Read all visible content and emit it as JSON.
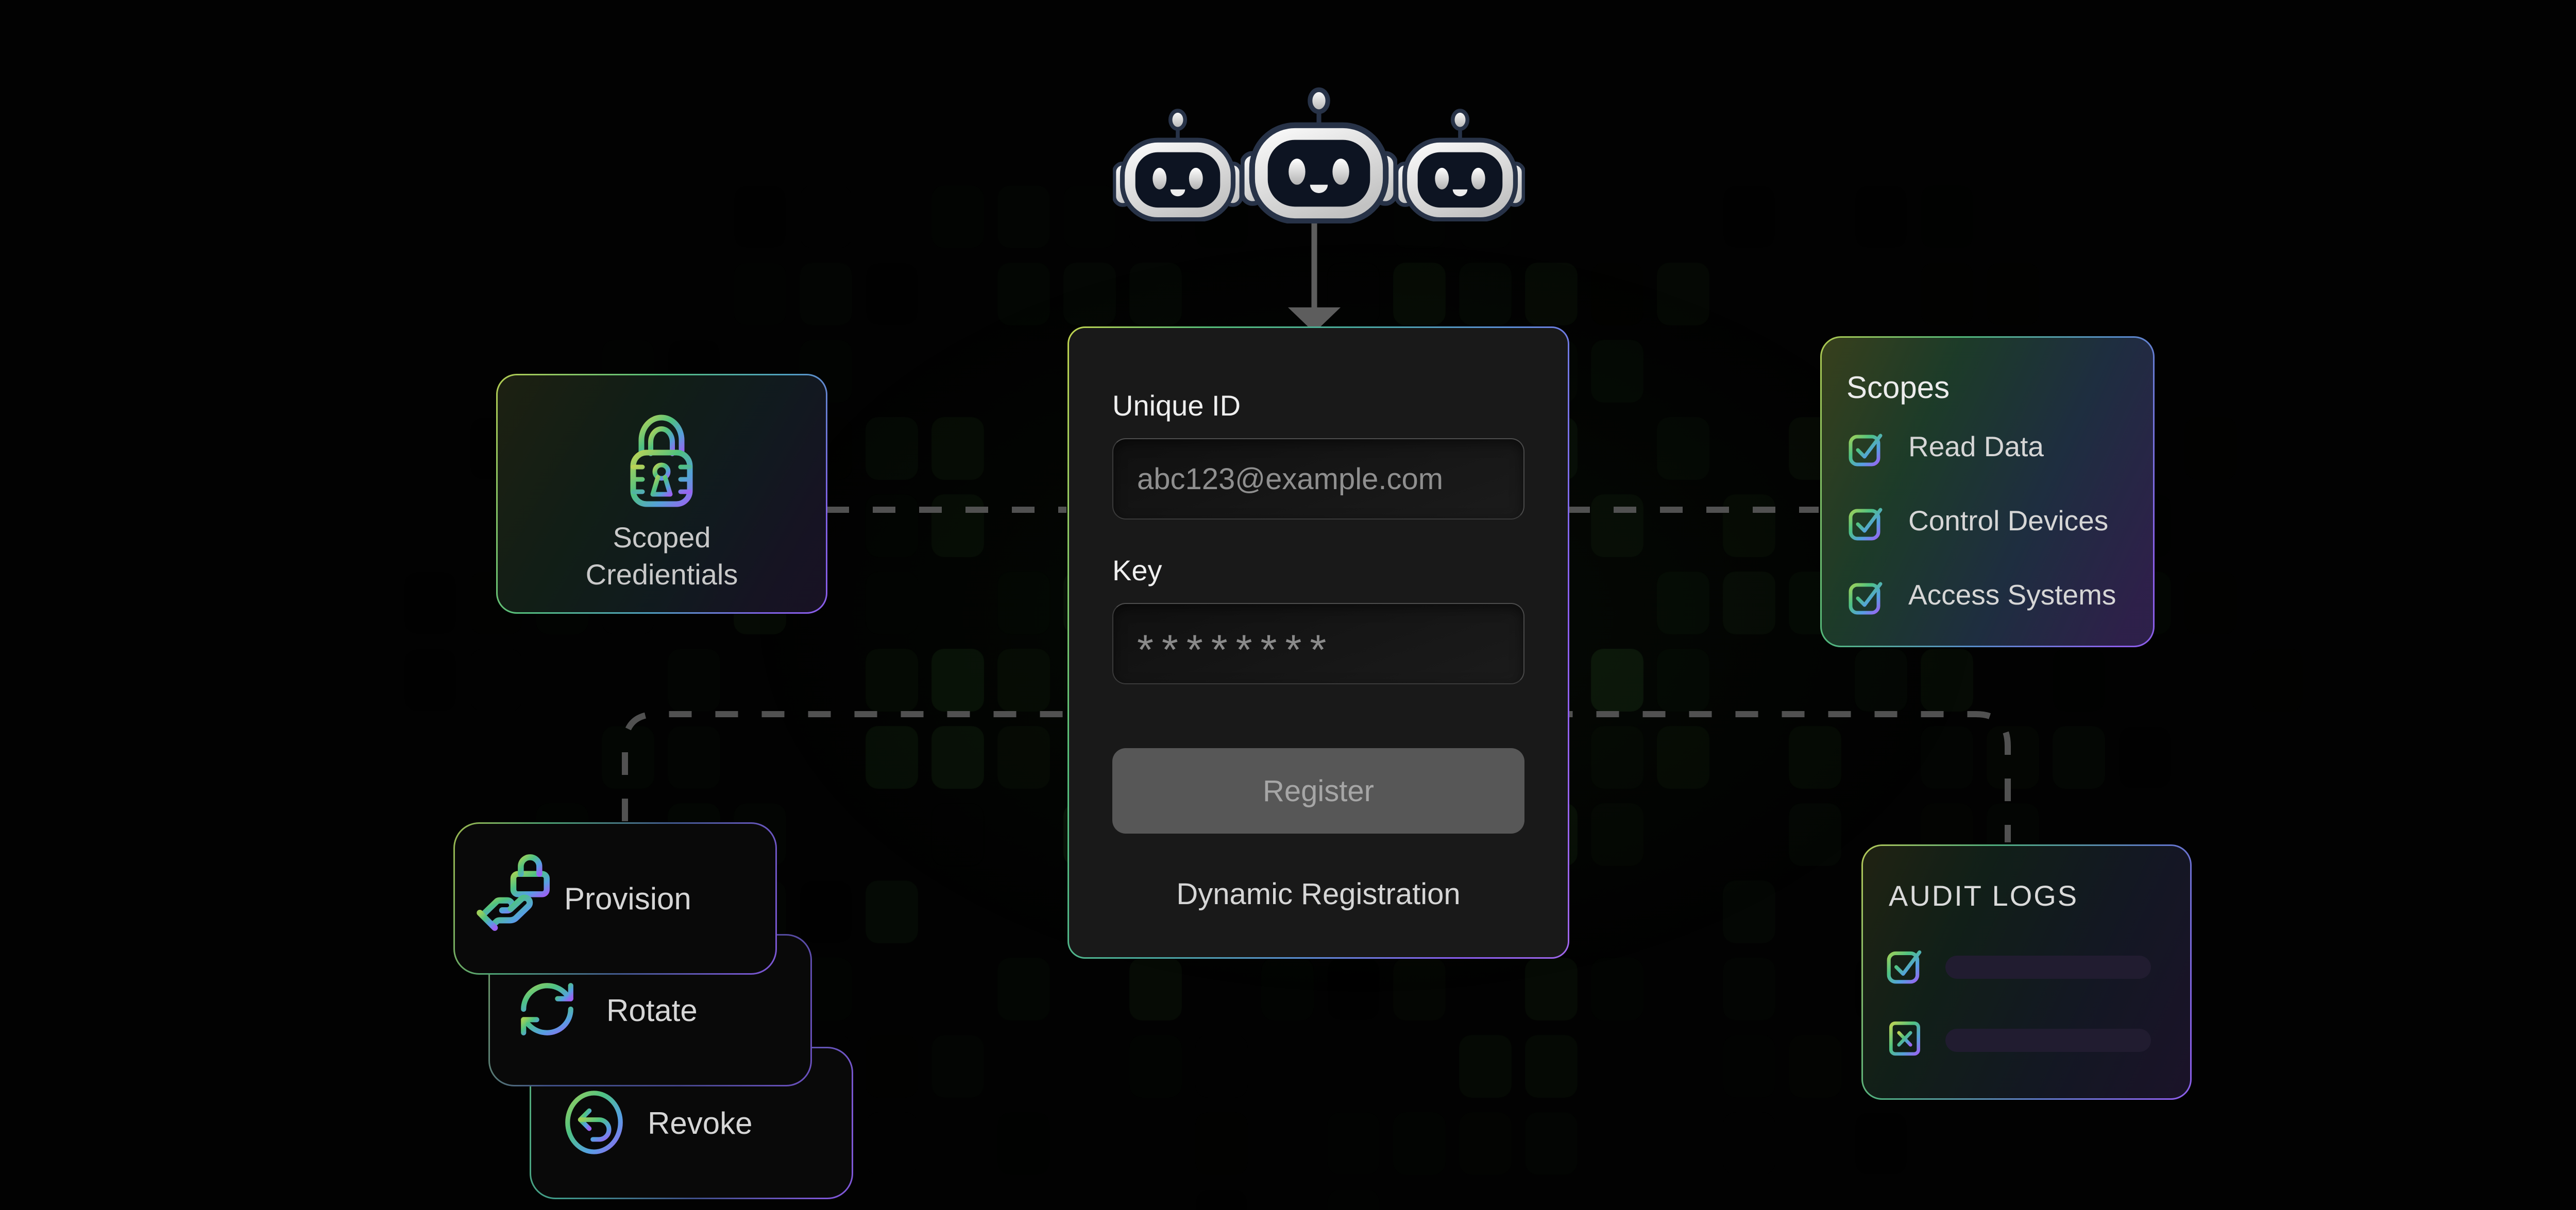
{
  "identity_form": {
    "unique_id_label": "Unique ID",
    "unique_id_placeholder": "abc123@example.com",
    "key_label": "Key",
    "key_masked_value": "********",
    "register_button_label": "Register",
    "caption": "Dynamic Registration"
  },
  "scoped_credentials_card": {
    "title_line1": "Scoped",
    "title_line2": "Credientials",
    "icon": "padlock-gradient-icon"
  },
  "scopes_card": {
    "title": "Scopes",
    "items": [
      {
        "label": "Read Data",
        "checked": true
      },
      {
        "label": "Control Devices",
        "checked": true
      },
      {
        "label": "Access Systems",
        "checked": true
      }
    ]
  },
  "lifecycle_cards": [
    {
      "label": "Provision",
      "icon": "hand-lock-icon"
    },
    {
      "label": "Rotate",
      "icon": "rotate-cw-icon"
    },
    {
      "label": "Revoke",
      "icon": "undo-circle-icon"
    }
  ],
  "audit_logs_card": {
    "title": "AUDIT LOGS",
    "rows": [
      {
        "icon": "checkbox-checked-icon",
        "status": "pass"
      },
      {
        "icon": "checkbox-x-icon",
        "status": "fail"
      }
    ]
  },
  "colors": {
    "accent_yellow_green": "#bdd253",
    "accent_green": "#53c17c",
    "accent_blue": "#5a8fd8",
    "accent_purple": "#8e5cf0",
    "dash_gray": "#515151",
    "audit_bar": "#211c30",
    "register_button_bg": "#575757",
    "card_bg": "#191919"
  }
}
